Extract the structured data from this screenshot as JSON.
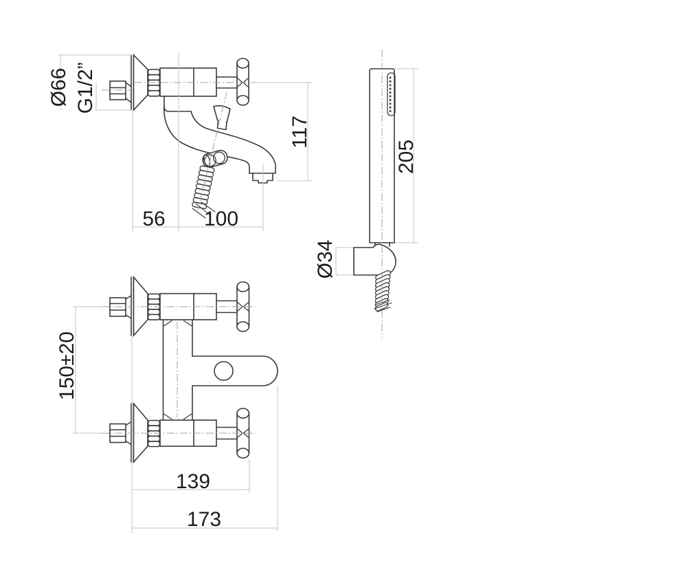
{
  "drawing": {
    "background": "#ffffff",
    "colors": {
      "outline": "#3a3a3a",
      "dimension": "#c3c3c3",
      "centerline": "#a2a2a2",
      "text": "#1c1c1c",
      "nozzle_dots": "#474747"
    },
    "views": {
      "mixer_side": {
        "labels": {
          "escutcheon_diameter": "Ø66",
          "thread": "G1/2”",
          "spout_height": "117",
          "wall_to_body": "56",
          "body_to_spout": "100"
        }
      },
      "hand_shower": {
        "labels": {
          "length": "205",
          "bracket_diameter": "Ø34"
        }
      },
      "mixer_front": {
        "labels": {
          "connection_distance": "150±20",
          "wall_to_handle_width": "139",
          "overall_width": "173"
        }
      }
    }
  }
}
